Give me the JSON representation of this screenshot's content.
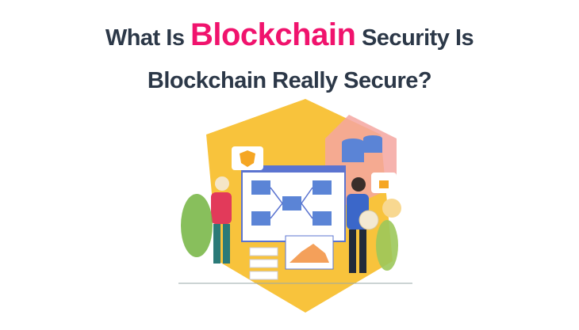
{
  "title": {
    "line1_pre": "What Is ",
    "line1_highlight": "Blockchain",
    "line1_post": " Security Is",
    "line2": "Blockchain Really Secure?"
  },
  "colors": {
    "text": "#2c3848",
    "highlight": "#f0136d",
    "hexagon": "#f8c33c",
    "blocks": "#5b84d6"
  },
  "illustration": {
    "description": "Two people beside a blockchain network screen within a yellow hexagon"
  }
}
